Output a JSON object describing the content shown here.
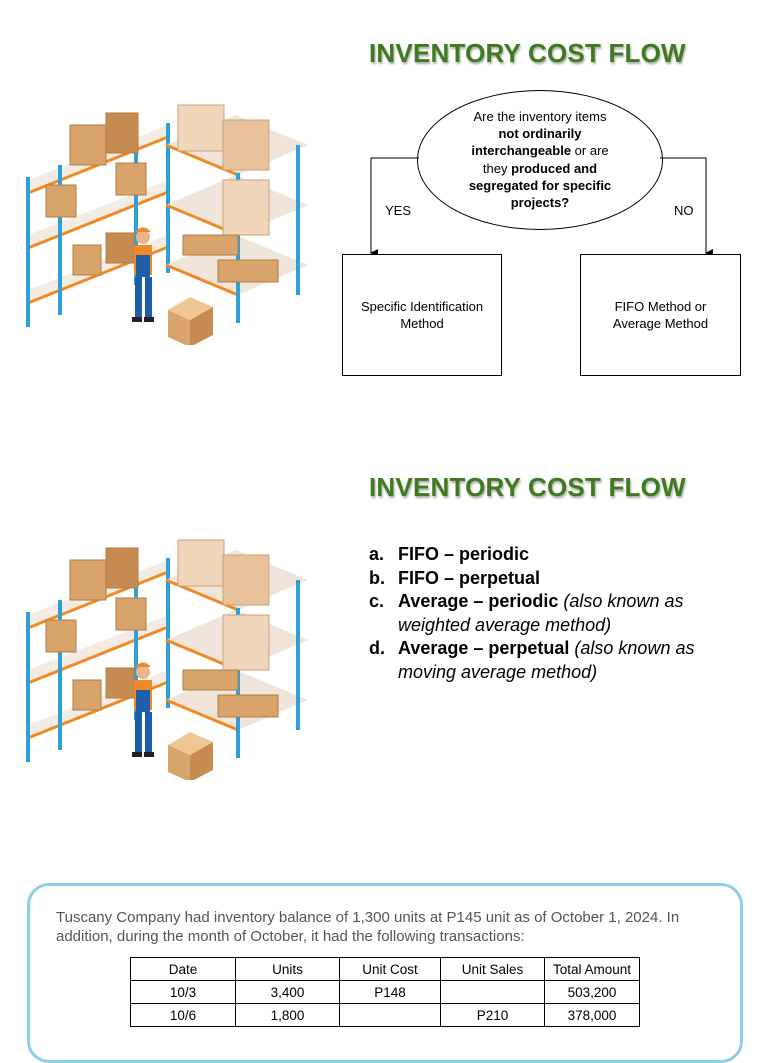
{
  "slide1": {
    "title": "INVENTORY COST FLOW",
    "decision": {
      "line1": "Are the inventory items",
      "line2": "not ordinarily",
      "line3a": "interchangeable",
      "line3b": " or are",
      "line4a": "they ",
      "line4b": "produced and",
      "line5": "segregated for specific",
      "line6": "projects?"
    },
    "yes_label": "YES",
    "no_label": "NO",
    "yes_box": {
      "line1": "Specific Identification",
      "line2": "Method"
    },
    "no_box": {
      "line1": "FIFO Method or",
      "line2": "Average Method"
    }
  },
  "slide2": {
    "title": "INVENTORY COST FLOW",
    "items": [
      {
        "letter": "a.",
        "bold": "FIFO – periodic",
        "note": ""
      },
      {
        "letter": "b.",
        "bold": "FIFO – perpetual",
        "note": ""
      },
      {
        "letter": "c.",
        "bold": "Average – periodic",
        "note": " (also known as weighted average method)"
      },
      {
        "letter": "d.",
        "bold": "Average – perpetual",
        "note": " (also known as moving average method)"
      }
    ]
  },
  "problem": {
    "text": "Tuscany Company had inventory balance of 1,300 units at P145 unit as of October 1, 2024. In addition, during the month of October, it had the following transactions:",
    "table": {
      "headers": [
        "Date",
        "Units",
        "Unit Cost",
        "Unit Sales",
        "Total Amount"
      ],
      "rows": [
        [
          "10/3",
          "3,400",
          "P148",
          "",
          "503,200"
        ],
        [
          "10/6",
          "1,800",
          "",
          "P210",
          "378,000"
        ]
      ]
    }
  },
  "colors": {
    "title_green": "#3f7a1f",
    "card_border": "#8dcfe6",
    "shelf_blue": "#2f9fd8",
    "shelf_orange": "#f08a24",
    "box_tan": "#d9a46b"
  }
}
